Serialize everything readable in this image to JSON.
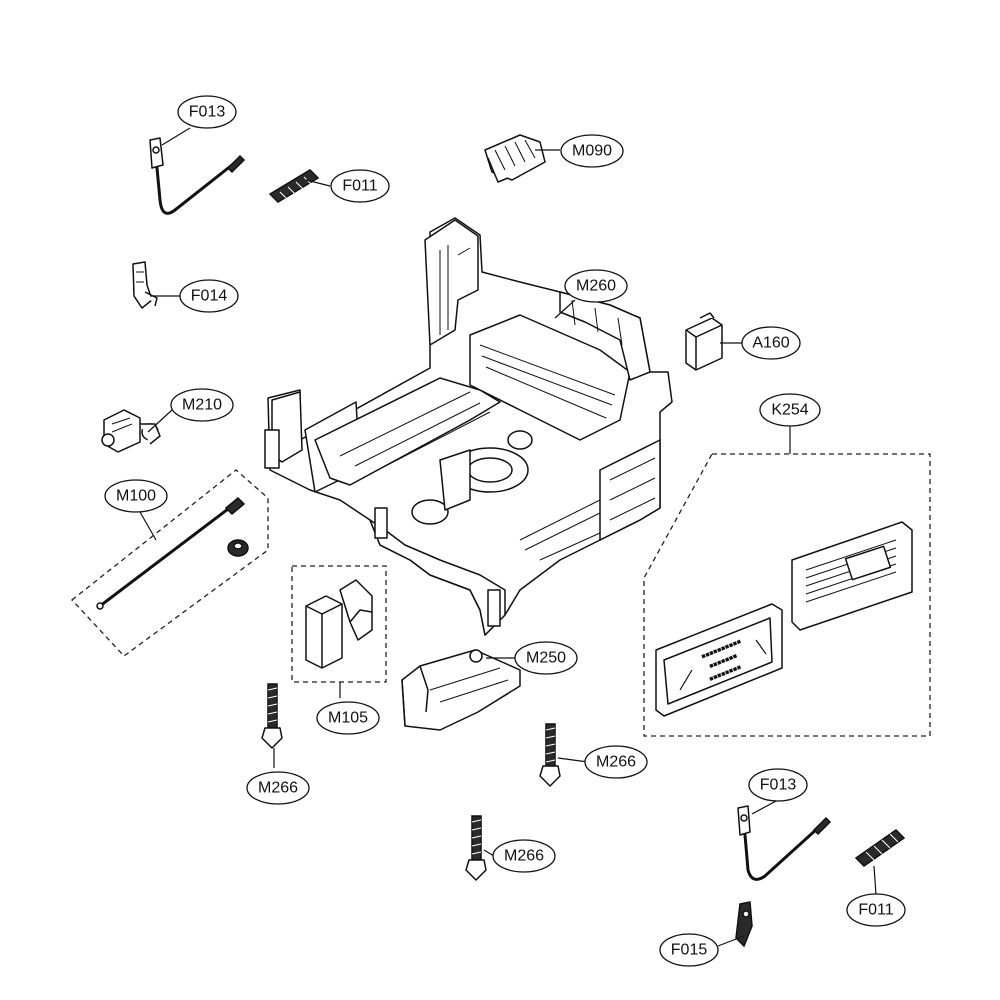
{
  "callouts": {
    "f013_top": "F013",
    "f011_top": "F011",
    "m090": "M090",
    "f014": "F014",
    "m260": "M260",
    "a160": "A160",
    "m210": "M210",
    "k254": "K254",
    "m100": "M100",
    "m250": "M250",
    "m105": "M105",
    "m266_left": "M266",
    "m266_mid": "M266",
    "m266_bottom": "M266",
    "f013_bottom": "F013",
    "f011_bottom": "F011",
    "f015": "F015"
  },
  "colors": {
    "line": "#111111",
    "background": "#ffffff"
  }
}
